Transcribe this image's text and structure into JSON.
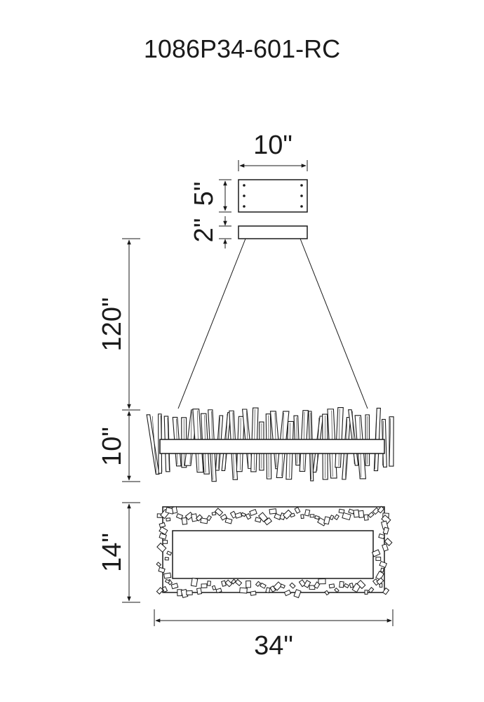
{
  "title": "1086P34-601-RC",
  "dimensions": {
    "canopy_width": "10\"",
    "canopy_height": "5\"",
    "canopy_plate": "2\"",
    "cable_length": "120\"",
    "body_height": "10\"",
    "depth": "14\"",
    "width": "34\""
  },
  "colors": {
    "line": "#1a1a1a",
    "background": "#ffffff"
  }
}
